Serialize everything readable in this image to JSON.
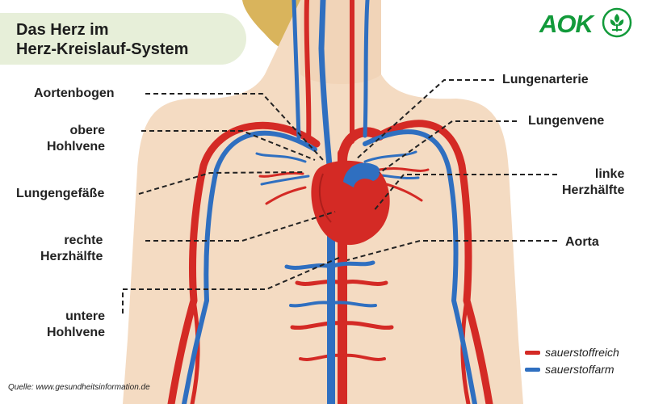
{
  "title": {
    "line1": "Das Herz im",
    "line2": "Herz-Kreislauf-System"
  },
  "logo": {
    "text": "AOK",
    "icon": "tree-emblem-icon"
  },
  "labels": {
    "aortenbogen": "Aortenbogen",
    "obere_hohlvene_1": "obere",
    "obere_hohlvene_2": "Hohlvene",
    "lungengefaesse": "Lungengefäße",
    "rechte_herzhaelfte_1": "rechte",
    "rechte_herzhaelfte_2": "Herzhälfte",
    "untere_hohlvene_1": "untere",
    "untere_hohlvene_2": "Hohlvene",
    "lungenarterie": "Lungenarterie",
    "lungenvene": "Lungenvene",
    "linke_herzhaelfte_1": "linke",
    "linke_herzhaelfte_2": "Herzhälfte",
    "aorta": "Aorta"
  },
  "legend": [
    {
      "label": "sauerstoffreich",
      "color": "#d42a25"
    },
    {
      "label": "sauerstoffarm",
      "color": "#2f6fc0"
    }
  ],
  "source": "Quelle: www.gesundheitsinformation.de",
  "colors": {
    "artery": "#d42a25",
    "vein": "#2f6fc0",
    "skin": "#f4dbc2",
    "hair": "#d9b45c",
    "brand": "#129a3a",
    "title_bg": "#e7efd9"
  }
}
